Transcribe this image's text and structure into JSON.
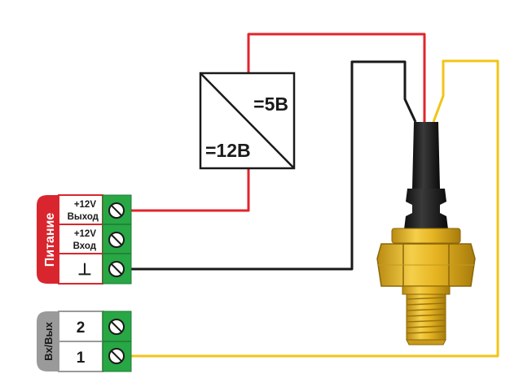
{
  "converter": {
    "out_label": "=5В",
    "in_label": "=12В"
  },
  "power_block": {
    "side_label": "Питание",
    "rows": [
      {
        "line1": "+12V",
        "line2": "Выход"
      },
      {
        "line1": "+12V",
        "line2": "Вход"
      },
      {
        "symbol": "⊥"
      }
    ]
  },
  "io_block": {
    "side_label": "Вх/Вых",
    "rows": [
      {
        "label": "2"
      },
      {
        "label": "1"
      }
    ]
  },
  "colors": {
    "wire_red": "#e0252b",
    "wire_black": "#1a1a1a",
    "wire_yellow": "#f2c418",
    "terminal_green": "#28a745",
    "power_tab": "#d9262e",
    "io_tab": "#9a9a9a",
    "sensor_brass": "#e6b422",
    "sensor_body": "#1d1d1d"
  }
}
